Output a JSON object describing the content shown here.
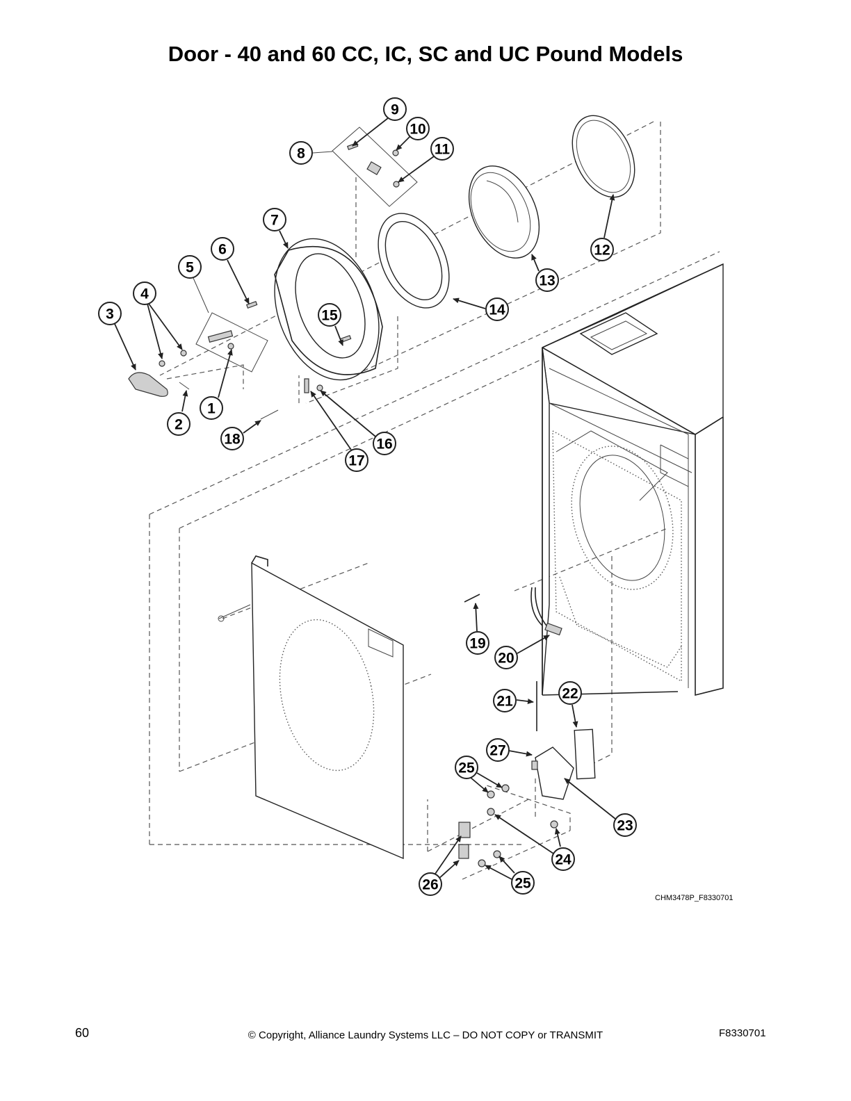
{
  "title": "Door - 40 and 60 CC, IC, SC and UC Pound Models",
  "figure_code": "CHM3478P_F8330701",
  "footer": {
    "page_number": "60",
    "copyright": "© Copyright, Alliance Laundry Systems LLC – DO NOT COPY or TRANSMIT",
    "document_code": "F8330701"
  },
  "callouts": [
    "1",
    "2",
    "3",
    "4",
    "5",
    "6",
    "7",
    "8",
    "9",
    "10",
    "11",
    "12",
    "13",
    "14",
    "15",
    "16",
    "17",
    "18",
    "19",
    "20",
    "21",
    "22",
    "23",
    "24",
    "25",
    "25",
    "26",
    "27"
  ]
}
